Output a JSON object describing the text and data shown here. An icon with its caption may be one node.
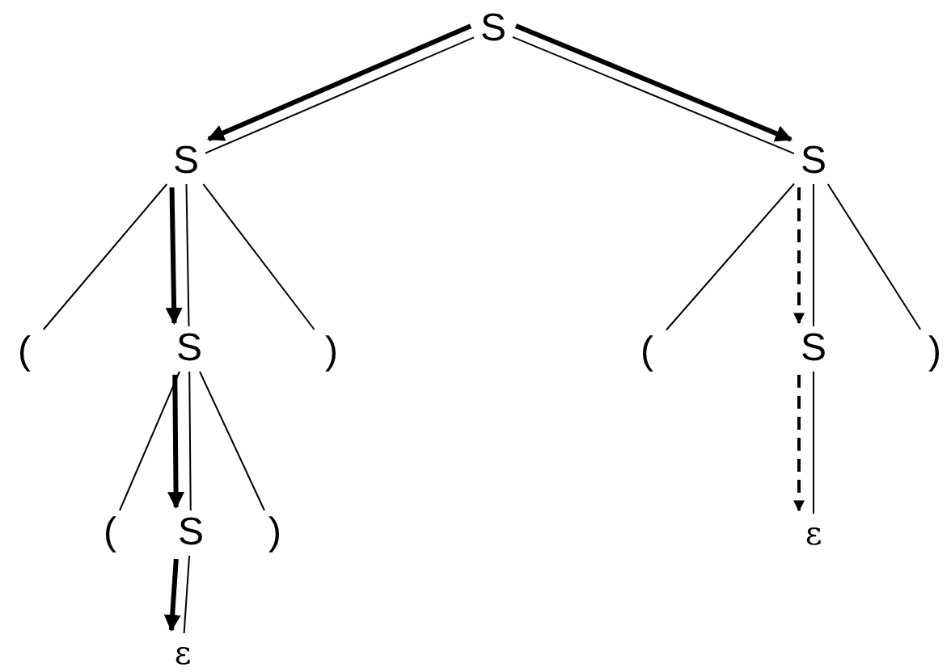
{
  "diagram": {
    "nodes": [
      {
        "text": [
          "S"
        ]
      },
      {
        "text": [
          "S"
        ]
      },
      {
        "text": [
          "S"
        ]
      },
      {
        "text": [
          "("
        ]
      },
      {
        "text": [
          "S"
        ]
      },
      {
        "text": [
          ")"
        ]
      },
      {
        "text": [
          "("
        ]
      },
      {
        "text": [
          "S"
        ]
      },
      {
        "text": [
          ")"
        ]
      },
      {
        "text": [
          "("
        ]
      },
      {
        "text": [
          "S"
        ]
      },
      {
        "text": [
          ")"
        ]
      },
      {
        "text": [
          "ε"
        ]
      },
      {
        "text": [
          "ε"
        ]
      }
    ],
    "edges": [
      {
        "from": 0,
        "to": 1,
        "arrow": "none"
      },
      {
        "from": 0,
        "to": 2,
        "arrow": "none"
      },
      {
        "from": 1,
        "to": 3,
        "arrow": "none"
      },
      {
        "from": 1,
        "to": 4,
        "arrow": "none"
      },
      {
        "from": 1,
        "to": 5,
        "arrow": "none"
      },
      {
        "from": 2,
        "to": 6,
        "arrow": "none"
      },
      {
        "from": 2,
        "to": 7,
        "arrow": "none"
      },
      {
        "from": 2,
        "to": 8,
        "arrow": "none"
      },
      {
        "from": 4,
        "to": 9,
        "arrow": "none"
      },
      {
        "from": 4,
        "to": 10,
        "arrow": "none"
      },
      {
        "from": 4,
        "to": 11,
        "arrow": "none"
      },
      {
        "from": 7,
        "to": 12,
        "arrow": "none"
      },
      {
        "from": 10,
        "to": 13,
        "arrow": "none"
      },
      {
        "from": 0,
        "to": 1,
        "arrow": "to",
        "style": "thick"
      },
      {
        "from": 0,
        "to": 2,
        "arrow": "to",
        "style": "thick"
      },
      {
        "from": 1,
        "to": 4,
        "arrow": "to",
        "style": "thick"
      },
      {
        "from": 4,
        "to": 10,
        "arrow": "to",
        "style": "thick"
      },
      {
        "from": 10,
        "to": 13,
        "arrow": "to",
        "style": "thick"
      },
      {
        "from": 2,
        "to": 7,
        "arrow": "to",
        "style": "dashed"
      },
      {
        "from": 7,
        "to": 12,
        "arrow": "to",
        "style": "dashed"
      }
    ]
  }
}
